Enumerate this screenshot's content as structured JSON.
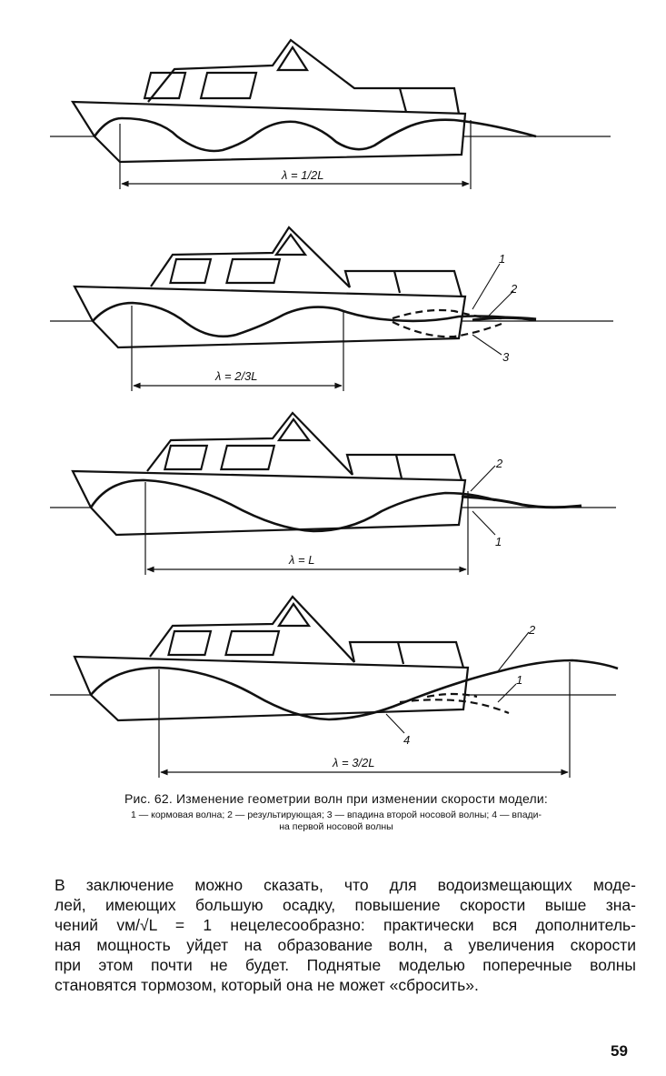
{
  "figures": [
    {
      "lambda_label": "λ = 1/2L",
      "callouts": []
    },
    {
      "lambda_label": "λ = 2/3L",
      "callouts": [
        "1",
        "2",
        "3"
      ]
    },
    {
      "lambda_label": "λ = L",
      "callouts": [
        "2",
        "1"
      ]
    },
    {
      "lambda_label": "λ = 3/2L",
      "callouts": [
        "2",
        "1",
        "4"
      ]
    }
  ],
  "caption": {
    "title": "Рис. 62. Изменение геометрии волн при изменении скорости модели:",
    "legend_line1": "1 — кормовая волна; 2 — результирующая; 3 — впадина второй носовой волны; 4 — впади-",
    "legend_line2": "на первой носовой волны"
  },
  "body_text": {
    "lines": [
      "В заключение можно сказать, что для водоизмещающих моде-",
      "лей, имеющих большую осадку, повышение скорости выше зна-",
      "чений vм/√L = 1 нецелесообразно: практически вся дополнитель-",
      "ная мощность уйдет на образование волн, а увеличения скорости",
      "при этом почти не будет. Поднятые моделью поперечные волны",
      "становятся тормозом, который она не может «сбросить»."
    ]
  },
  "page_number": "59"
}
